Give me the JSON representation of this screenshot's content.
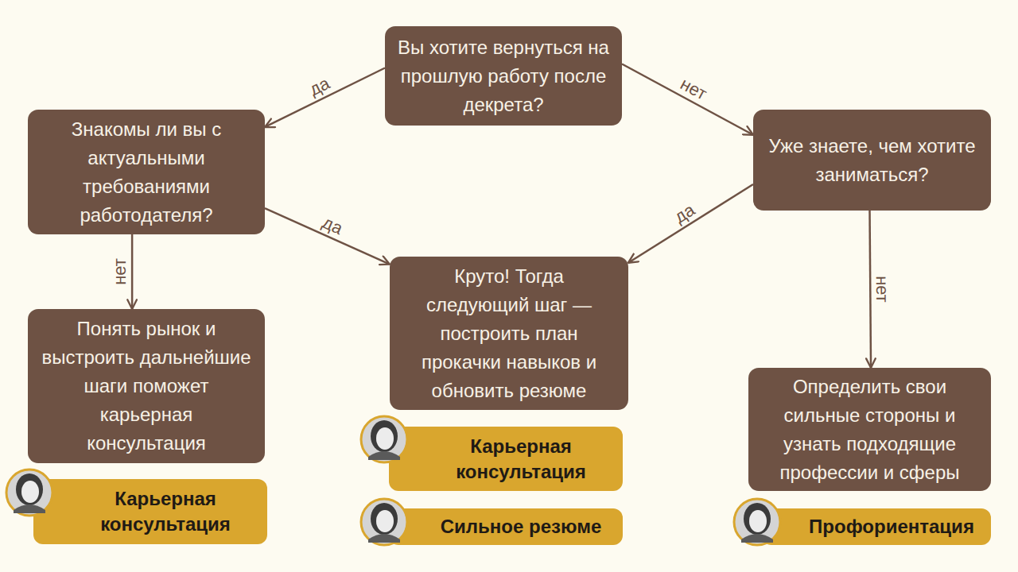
{
  "diagram": {
    "nodes": [
      {
        "text": [
          "Вы хотите вернуться на прошлую работу после декрета?"
        ]
      },
      {
        "text": [
          "Знакомы ли вы с актуальными требованиями работодателя?"
        ]
      },
      {
        "text": [
          "Уже знаете, чем хотите заниматься?"
        ]
      },
      {
        "text": [
          "Круто! Тогда следующий шаг — построить план прокачки навыков и обновить резюме"
        ]
      },
      {
        "text": [
          "Понять рынок и выстроить дальнейшие шаги поможет карьерная консультация"
        ]
      },
      {
        "text": [
          "Определить свои сильные стороны и узнать подходящие профессии и сферы"
        ]
      },
      {
        "text": [
          "Карьерная консультация"
        ]
      },
      {
        "text": [
          "Карьерная консультация"
        ]
      },
      {
        "text": [
          "Сильное резюме"
        ]
      },
      {
        "text": [
          "Профориентация"
        ]
      }
    ],
    "edges": [
      {
        "from": 0,
        "to": 1,
        "label": "да",
        "arrow": "to"
      },
      {
        "from": 0,
        "to": 2,
        "label": "нет",
        "arrow": "to"
      },
      {
        "from": 1,
        "to": 3,
        "label": "да",
        "arrow": "to"
      },
      {
        "from": 2,
        "to": 3,
        "label": "да",
        "arrow": "to"
      },
      {
        "from": 1,
        "to": 4,
        "label": "нет",
        "arrow": "to"
      },
      {
        "from": 2,
        "to": 5,
        "label": "нет",
        "arrow": "to"
      }
    ]
  }
}
